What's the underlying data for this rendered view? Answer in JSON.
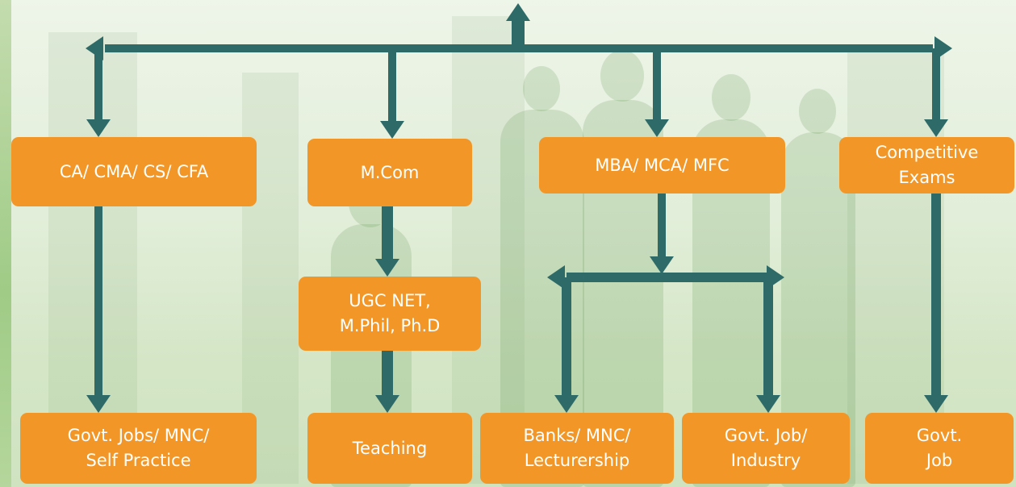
{
  "diagram": {
    "colors": {
      "node_fill": "#f29727",
      "node_text": "#ffffff",
      "connector": "#2e6b68"
    },
    "nodes": {
      "ca_cma": "CA/ CMA/ CS/ CFA",
      "mcom": "M.Com",
      "mba_mca": "MBA/ MCA/ MFC",
      "competitive": "Competitive\nExams",
      "ugc_net": "UGC NET,\nM.Phil, Ph.D",
      "govt_jobs_mnc": "Govt. Jobs/ MNC/\nSelf Practice",
      "teaching": "Teaching",
      "banks_mnc": "Banks/ MNC/\nLecturership",
      "govt_job_industry": "Govt. Job/\nIndustry",
      "govt_job": "Govt.\nJob"
    }
  }
}
